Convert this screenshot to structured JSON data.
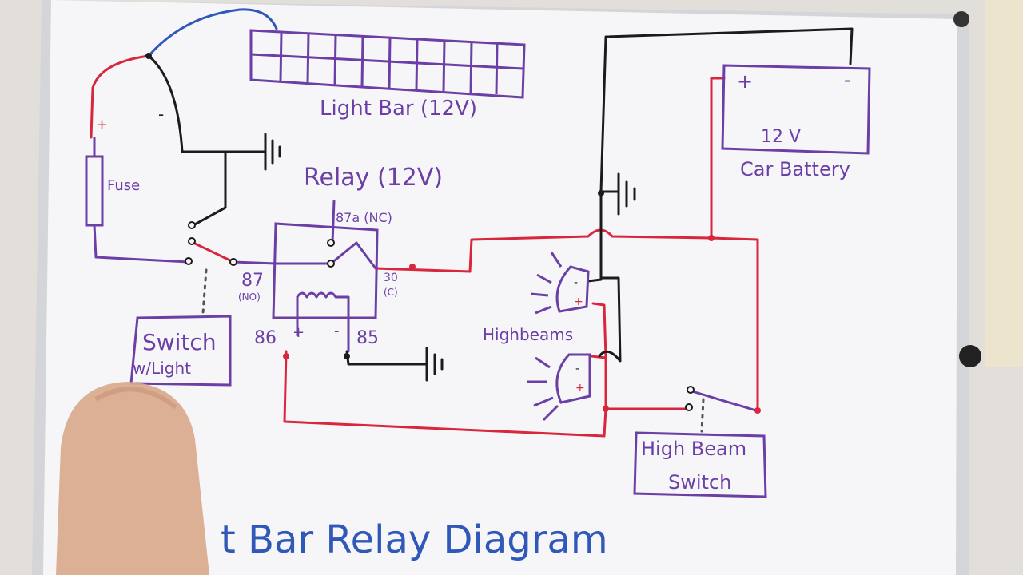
{
  "diagram": {
    "title": "t Bar Relay Diagram",
    "light_bar_label": "Light Bar (12V)",
    "relay_label": "Relay (12V)",
    "pin_87a_label": "87a (NC)",
    "pin_87_label": "87",
    "pin_87_sub": "(NO)",
    "pin_30_label": "30",
    "pin_30_sub": "(C)",
    "pin_86_label": "86",
    "pin_85_label": "85",
    "plus_sign": "+",
    "minus_sign": "-",
    "fuse_label": "Fuse",
    "switch_label_line1": "Switch",
    "switch_label_line2": "w/Light",
    "battery_label": "Car Battery",
    "battery_voltage": "12 V",
    "highbeams_label": "Highbeams",
    "high_beam_switch_line1": "High Beam",
    "high_beam_switch_line2": "Switch"
  },
  "colors": {
    "board": "#f6f6f8",
    "frame": "#d9dadc",
    "purple_marker": "#6b3fa6",
    "red_marker": "#d8263c",
    "black_marker": "#1b1b1b",
    "blue_marker": "#2f58b9",
    "finger": "#d9a98b"
  }
}
